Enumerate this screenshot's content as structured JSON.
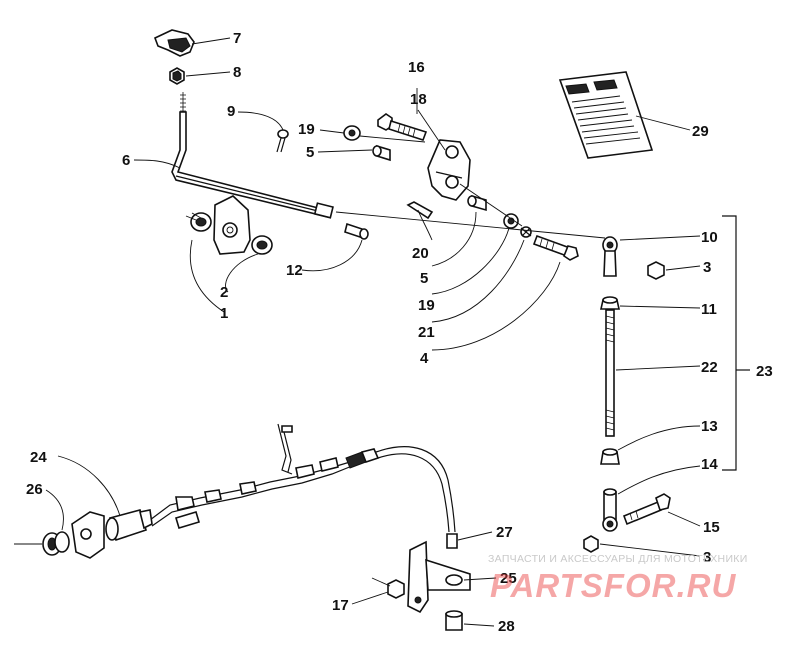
{
  "diagram": {
    "callouts": [
      {
        "id": "c7",
        "label": "7"
      },
      {
        "id": "c8",
        "label": "8"
      },
      {
        "id": "c9",
        "label": "9"
      },
      {
        "id": "c6",
        "label": "6"
      },
      {
        "id": "c2",
        "label": "2"
      },
      {
        "id": "c1",
        "label": "1"
      },
      {
        "id": "c12",
        "label": "12"
      },
      {
        "id": "c16",
        "label": "16"
      },
      {
        "id": "c18",
        "label": "18"
      },
      {
        "id": "c19a",
        "label": "19"
      },
      {
        "id": "c5a",
        "label": "5"
      },
      {
        "id": "c20",
        "label": "20"
      },
      {
        "id": "c5b",
        "label": "5"
      },
      {
        "id": "c19b",
        "label": "19"
      },
      {
        "id": "c21",
        "label": "21"
      },
      {
        "id": "c4",
        "label": "4"
      },
      {
        "id": "c29",
        "label": "29"
      },
      {
        "id": "c10",
        "label": "10"
      },
      {
        "id": "c3a",
        "label": "3"
      },
      {
        "id": "c11",
        "label": "11"
      },
      {
        "id": "c22",
        "label": "22"
      },
      {
        "id": "c23",
        "label": "23"
      },
      {
        "id": "c13",
        "label": "13"
      },
      {
        "id": "c14",
        "label": "14"
      },
      {
        "id": "c15",
        "label": "15"
      },
      {
        "id": "c3b",
        "label": "3"
      },
      {
        "id": "c24",
        "label": "24"
      },
      {
        "id": "c26",
        "label": "26"
      },
      {
        "id": "c27",
        "label": "27"
      },
      {
        "id": "c25",
        "label": "25"
      },
      {
        "id": "c17",
        "label": "17"
      },
      {
        "id": "c28",
        "label": "28"
      }
    ]
  },
  "watermark": {
    "caption": "ЗАПЧАСТИ И АКСЕССУАРЫ ДЛЯ МОТОТЕХНИКИ",
    "logo": "PARTSFOR.RU"
  },
  "colors": {
    "ink": "#111111",
    "watermark_logo": "#e83c3c",
    "watermark_caption": "#c9c9c9"
  }
}
